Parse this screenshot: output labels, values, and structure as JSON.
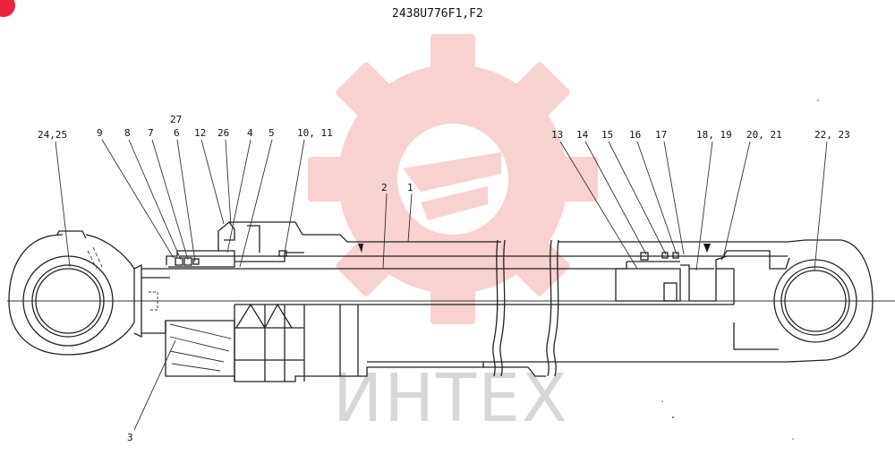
{
  "title": "2438U776F1,F2",
  "watermark_text": "ИНТЕХ",
  "colors": {
    "line": "#222222",
    "watermark_gear": "#f7c9c9",
    "watermark_text": "#d7d7d7",
    "badge": "#e8233a"
  },
  "callouts": {
    "c24_25": "24,25",
    "c9": "9",
    "c8": "8",
    "c7": "7",
    "c27": "27",
    "c6": "6",
    "c12": "12",
    "c26": "26",
    "c4": "4",
    "c5": "5",
    "c10_11": "10, 11",
    "c2": "2",
    "c1": "1",
    "c13": "13",
    "c14": "14",
    "c15": "15",
    "c16": "16",
    "c17": "17",
    "c18_19": "18, 19",
    "c20_21": "20, 21",
    "c22_23": "22, 23",
    "c3": "3"
  }
}
